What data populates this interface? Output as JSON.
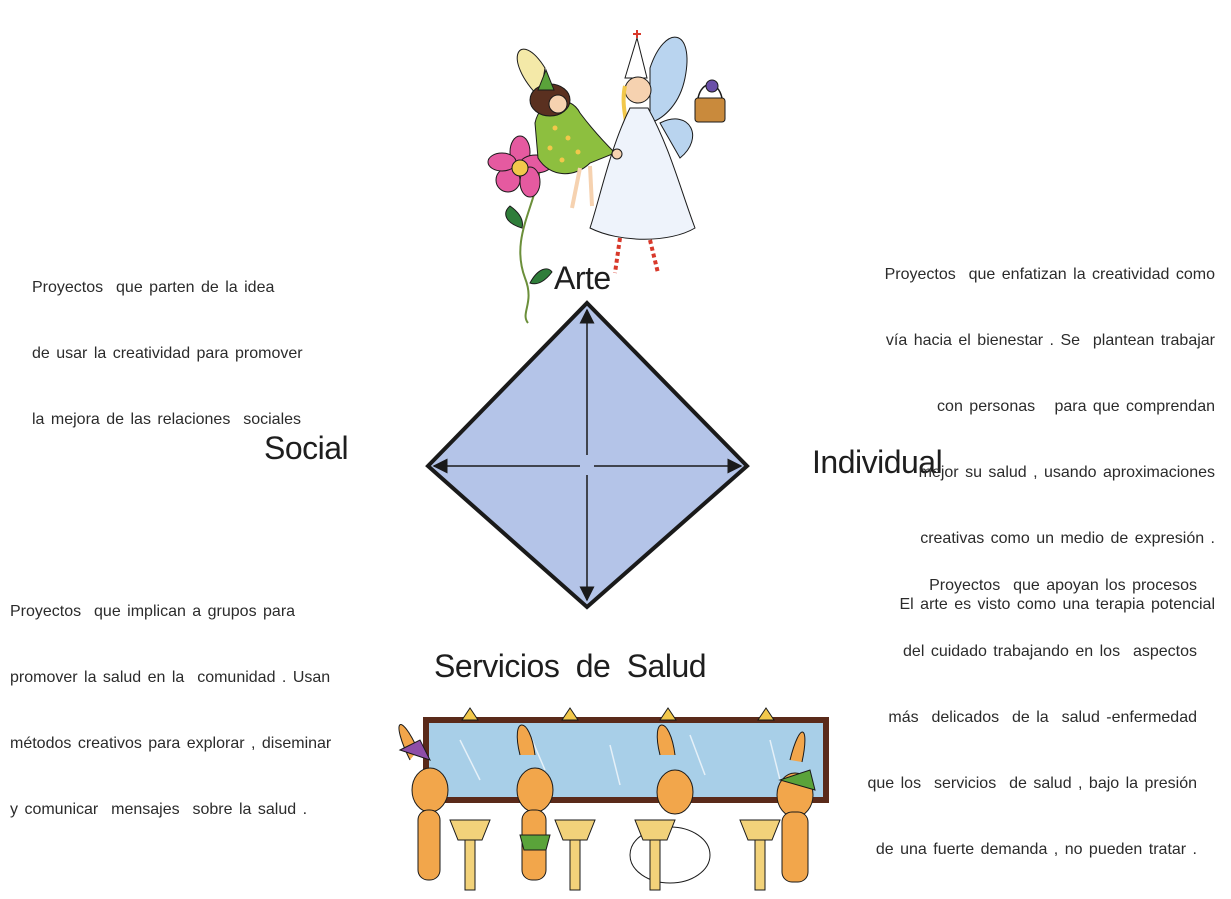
{
  "axes": {
    "top": "Arte",
    "left": "Social",
    "right": "Individual",
    "bottom": "Servicios de Salud"
  },
  "quadrants": {
    "top_left": [
      "Proyectos  que parten de la idea",
      "de usar la creatividad para promover",
      "la mejora de las relaciones  sociales"
    ],
    "top_right": [
      "Proyectos  que enfatizan la creatividad como",
      "vía hacia el bienestar . Se  plantean trabajar",
      "con personas   para que comprendan",
      "mejor su salud , usando aproximaciones",
      "creativas como un medio de expresión .",
      "El arte es visto como una terapia potencial"
    ],
    "bottom_left": [
      "Proyectos  que implican a grupos para",
      "promover la salud en la  comunidad . Usan",
      "métodos creativos para explorar , diseminar",
      "y comunicar  mensajes  sobre la salud ."
    ],
    "bottom_right": [
      "Proyectos  que apoyan los procesos",
      "del cuidado trabajando en los  aspectos",
      "más  delicados  de la  salud -enfermedad",
      "que los  servicios  de salud , bajo la presión",
      "de una fuerte demanda , no pueden tratar ."
    ]
  },
  "colors": {
    "diamond_fill": "#b4c4e8",
    "diamond_stroke": "#1a1a1a",
    "text": "#2b2b2b"
  },
  "illustrations": {
    "top": "fairies-illustration",
    "bottom": "bunnies-at-sinks-illustration"
  }
}
